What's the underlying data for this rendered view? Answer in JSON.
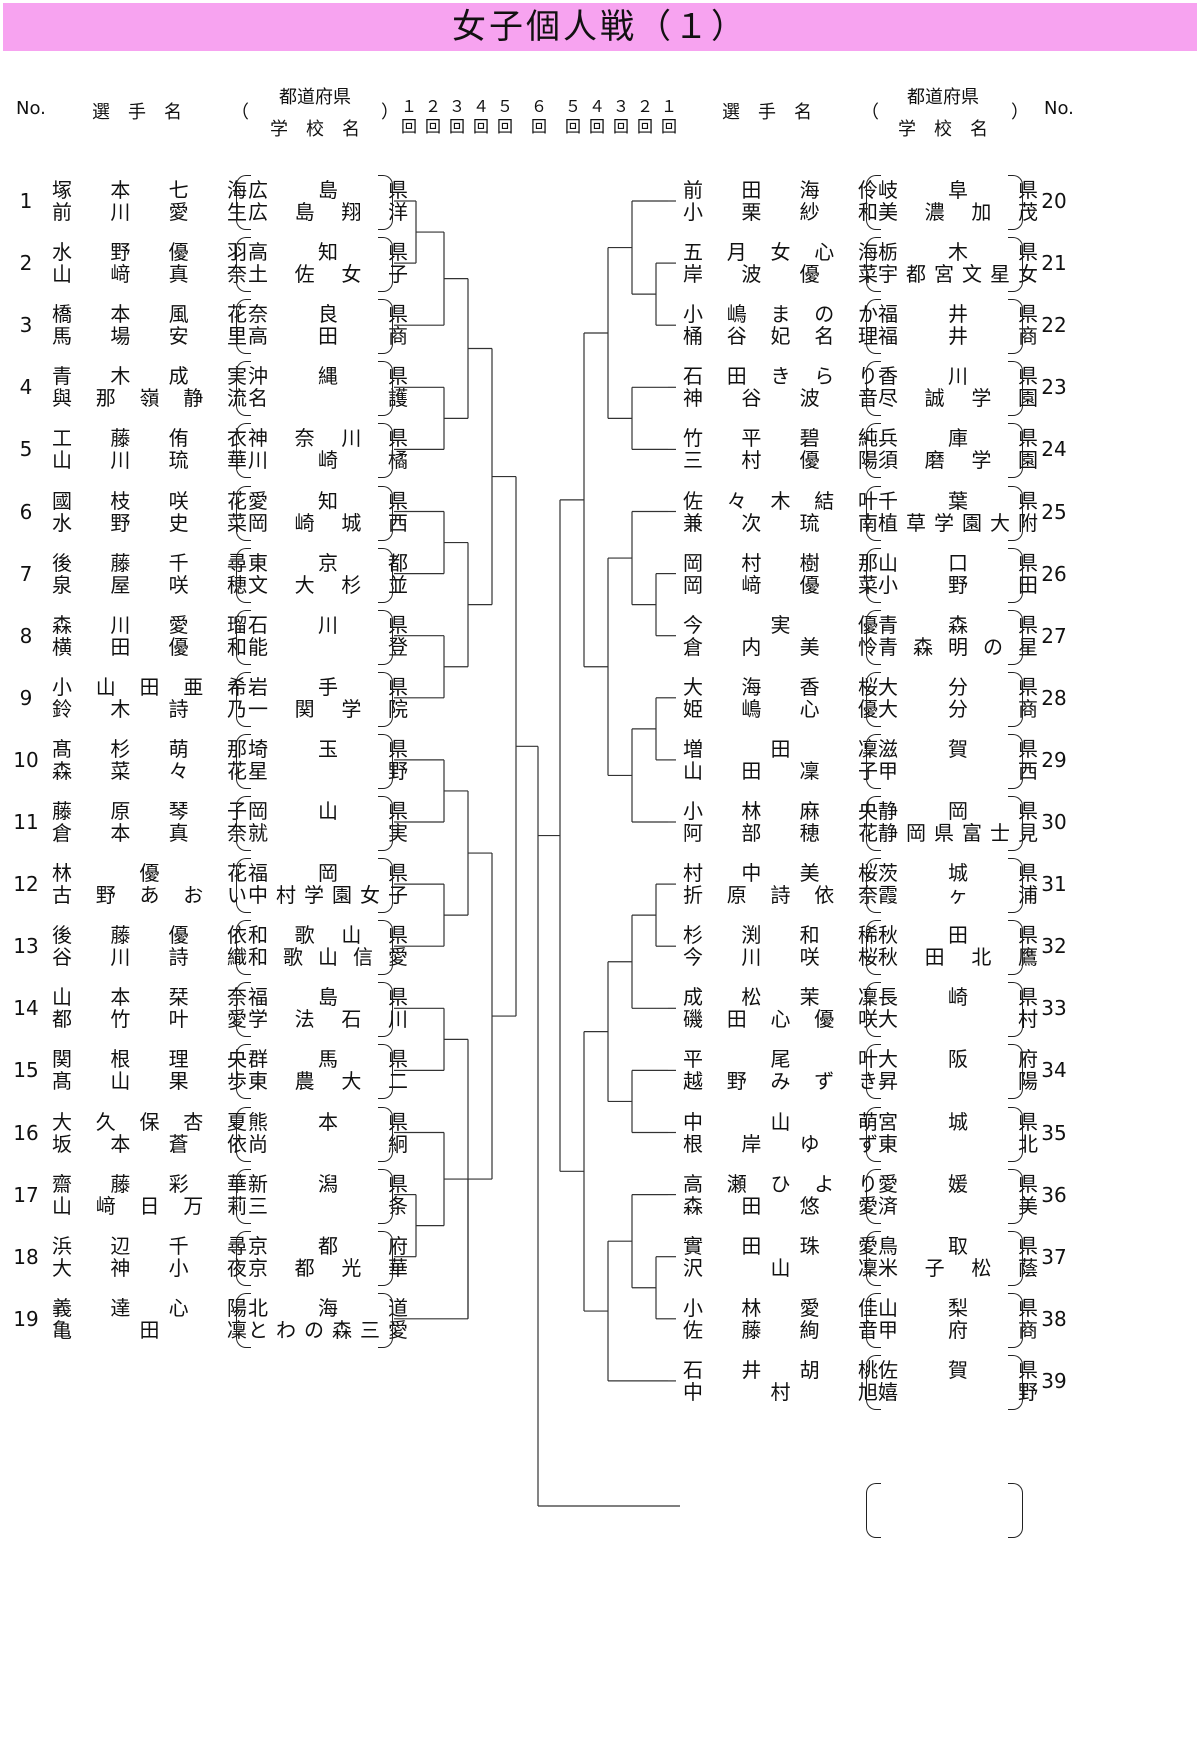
{
  "title": "女子個人戦（１）",
  "header": {
    "no": "No.",
    "player_name": "選　手　名",
    "pref": "都道府県",
    "school": "学　校　名",
    "paren_open": "（",
    "paren_close": "）",
    "rounds": [
      "１回",
      "２回",
      "３回",
      "４回",
      "５回",
      "６回",
      "５回",
      "４回",
      "３回",
      "２回",
      "１回"
    ]
  },
  "left": [
    {
      "no": "1",
      "p1": "塚本七海",
      "p2": "前川愛生",
      "s1": "広島県",
      "s2": "広島翔洋"
    },
    {
      "no": "2",
      "p1": "水野優羽",
      "p2": "山﨑真奈",
      "s1": "高知県",
      "s2": "土佐女子"
    },
    {
      "no": "3",
      "p1": "橋本風花",
      "p2": "馬場安里",
      "s1": "奈良県",
      "s2": "高田商"
    },
    {
      "no": "4",
      "p1": "青木成実",
      "p2": "與那嶺静流",
      "s1": "沖縄県",
      "s2": "名護"
    },
    {
      "no": "5",
      "p1": "工藤侑衣",
      "p2": "山川琉華",
      "s1": "神奈川県",
      "s2": "川崎橘"
    },
    {
      "no": "6",
      "p1": "國枝咲花",
      "p2": "水野史菜",
      "s1": "愛知県",
      "s2": "岡崎城西"
    },
    {
      "no": "7",
      "p1": "後藤千尋",
      "p2": "泉屋咲穂",
      "s1": "東京都",
      "s2": "文大杉並"
    },
    {
      "no": "8",
      "p1": "森川愛瑠",
      "p2": "横田優和",
      "s1": "石川県",
      "s2": "能登"
    },
    {
      "no": "9",
      "p1": "小山田亜希",
      "p2": "鈴木詩乃",
      "s1": "岩手県",
      "s2": "一関学院"
    },
    {
      "no": "10",
      "p1": "髙杉萌那",
      "p2": "森菜々花",
      "s1": "埼玉県",
      "s2": "星野"
    },
    {
      "no": "11",
      "p1": "藤原琴子",
      "p2": "倉本真奈",
      "s1": "岡山県",
      "s2": "就実"
    },
    {
      "no": "12",
      "p1": "林優花",
      "p2": "古野あおい",
      "s1": "福岡県",
      "s2": "中村学園女子"
    },
    {
      "no": "13",
      "p1": "後藤優依",
      "p2": "谷川詩織",
      "s1": "和歌山県",
      "s2": "和歌山信愛"
    },
    {
      "no": "14",
      "p1": "山本栞奈",
      "p2": "都竹叶愛",
      "s1": "福島県",
      "s2": "学法石川"
    },
    {
      "no": "15",
      "p1": "関根理央",
      "p2": "髙山果歩",
      "s1": "群馬県",
      "s2": "東農大二"
    },
    {
      "no": "16",
      "p1": "大久保杏夏",
      "p2": "坂本蒼依",
      "s1": "熊本県",
      "s2": "尚絅"
    },
    {
      "no": "17",
      "p1": "齋藤彩華",
      "p2": "山﨑日万莉",
      "s1": "新潟県",
      "s2": "三条"
    },
    {
      "no": "18",
      "p1": "浜辺千尋",
      "p2": "大神小夜",
      "s1": "京都府",
      "s2": "京都光華"
    },
    {
      "no": "19",
      "p1": "義達心陽",
      "p2": "亀田凜",
      "s1": "北海道",
      "s2": "とわの森三愛"
    }
  ],
  "right": [
    {
      "no": "20",
      "p1": "前田海伶",
      "p2": "小栗紗和",
      "s1": "岐阜県",
      "s2": "美濃加茂"
    },
    {
      "no": "21",
      "p1": "五月女心海",
      "p2": "岸波優菜",
      "s1": "栃木県",
      "s2": "宇都宮文星女"
    },
    {
      "no": "22",
      "p1": "小嶋まのか",
      "p2": "桶谷妃名理",
      "s1": "福井県",
      "s2": "福井商"
    },
    {
      "no": "23",
      "p1": "石田きらり",
      "p2": "神谷波音",
      "s1": "香川県",
      "s2": "尽誠学園"
    },
    {
      "no": "24",
      "p1": "竹平碧純",
      "p2": "三村優陽",
      "s1": "兵庫県",
      "s2": "須磨学園"
    },
    {
      "no": "25",
      "p1": "佐々木結叶",
      "p2": "兼次琉南",
      "s1": "千葉県",
      "s2": "植草学園大附"
    },
    {
      "no": "26",
      "p1": "岡村樹那",
      "p2": "岡﨑優菜",
      "s1": "山口県",
      "s2": "小野田"
    },
    {
      "no": "27",
      "p1": "今実優",
      "p2": "倉内美怜",
      "s1": "青森県",
      "s2": "青森明の星"
    },
    {
      "no": "28",
      "p1": "大海香桜",
      "p2": "姫嶋心優",
      "s1": "大分県",
      "s2": "大分商"
    },
    {
      "no": "29",
      "p1": "増田凜",
      "p2": "山田凜子",
      "s1": "滋賀県",
      "s2": "甲西"
    },
    {
      "no": "30",
      "p1": "小林麻央",
      "p2": "阿部穂花",
      "s1": "静岡県",
      "s2": "静岡県富士見"
    },
    {
      "no": "31",
      "p1": "村中美桜",
      "p2": "折原詩依奈",
      "s1": "茨城県",
      "s2": "霞ヶ浦"
    },
    {
      "no": "32",
      "p1": "杉渕和稀",
      "p2": "今川咲桜",
      "s1": "秋田県",
      "s2": "秋田北鷹"
    },
    {
      "no": "33",
      "p1": "成松茉凜",
      "p2": "磯田心優咲",
      "s1": "長崎県",
      "s2": "大村"
    },
    {
      "no": "34",
      "p1": "平尾叶",
      "p2": "越野みずき",
      "s1": "大阪府",
      "s2": "昇陽"
    },
    {
      "no": "35",
      "p1": "中山萌",
      "p2": "根岸ゆず",
      "s1": "宮城県",
      "s2": "東北"
    },
    {
      "no": "36",
      "p1": "高瀬ひより",
      "p2": "森田悠愛",
      "s1": "愛媛県",
      "s2": "済美"
    },
    {
      "no": "37",
      "p1": "實田珠愛",
      "p2": "沢山凜",
      "s1": "鳥取県",
      "s2": "米子松蔭"
    },
    {
      "no": "38",
      "p1": "小林愛佳",
      "p2": "佐藤絢音",
      "s1": "山梨県",
      "s2": "甲府商"
    },
    {
      "no": "39",
      "p1": "石井胡桃",
      "p2": "中村旭",
      "s1": "佐賀県",
      "s2": "嬉野"
    }
  ]
}
